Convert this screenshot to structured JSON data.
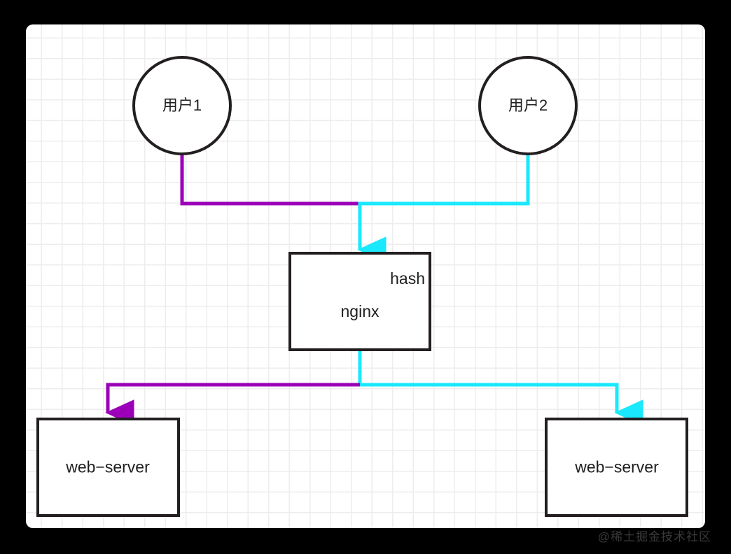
{
  "canvas": {
    "background_color": "#ffffff",
    "page_background_color": "#000000",
    "grid_color": "#ededed"
  },
  "colors": {
    "stroke": "#231f20",
    "user1_flow": "#9b00b8",
    "user2_flow": "#1ae8fc",
    "text": "#1f1f1f",
    "watermark": "#3a3a3a"
  },
  "nodes": {
    "user1": {
      "label": "用户1",
      "shape": "circle"
    },
    "user2": {
      "label": "用户2",
      "shape": "circle"
    },
    "nginx": {
      "title": "hash",
      "label": "nginx",
      "shape": "rectangle"
    },
    "web_server_left": {
      "label": "web−server",
      "shape": "rectangle"
    },
    "web_server_right": {
      "label": "web−server",
      "shape": "rectangle"
    }
  },
  "edges": [
    {
      "name": "user1-to-nginx",
      "from": "用户1",
      "to": "nginx",
      "color": "#9b00b8"
    },
    {
      "name": "user2-to-nginx",
      "from": "用户2",
      "to": "nginx",
      "color": "#1ae8fc"
    },
    {
      "name": "nginx-to-web-server-left",
      "from": "nginx",
      "to": "web−server",
      "color": "#9b00b8"
    },
    {
      "name": "nginx-to-web-server-right",
      "from": "nginx",
      "to": "web−server",
      "color": "#1ae8fc"
    }
  ],
  "watermark": {
    "text": "@稀土掘金技术社区"
  }
}
